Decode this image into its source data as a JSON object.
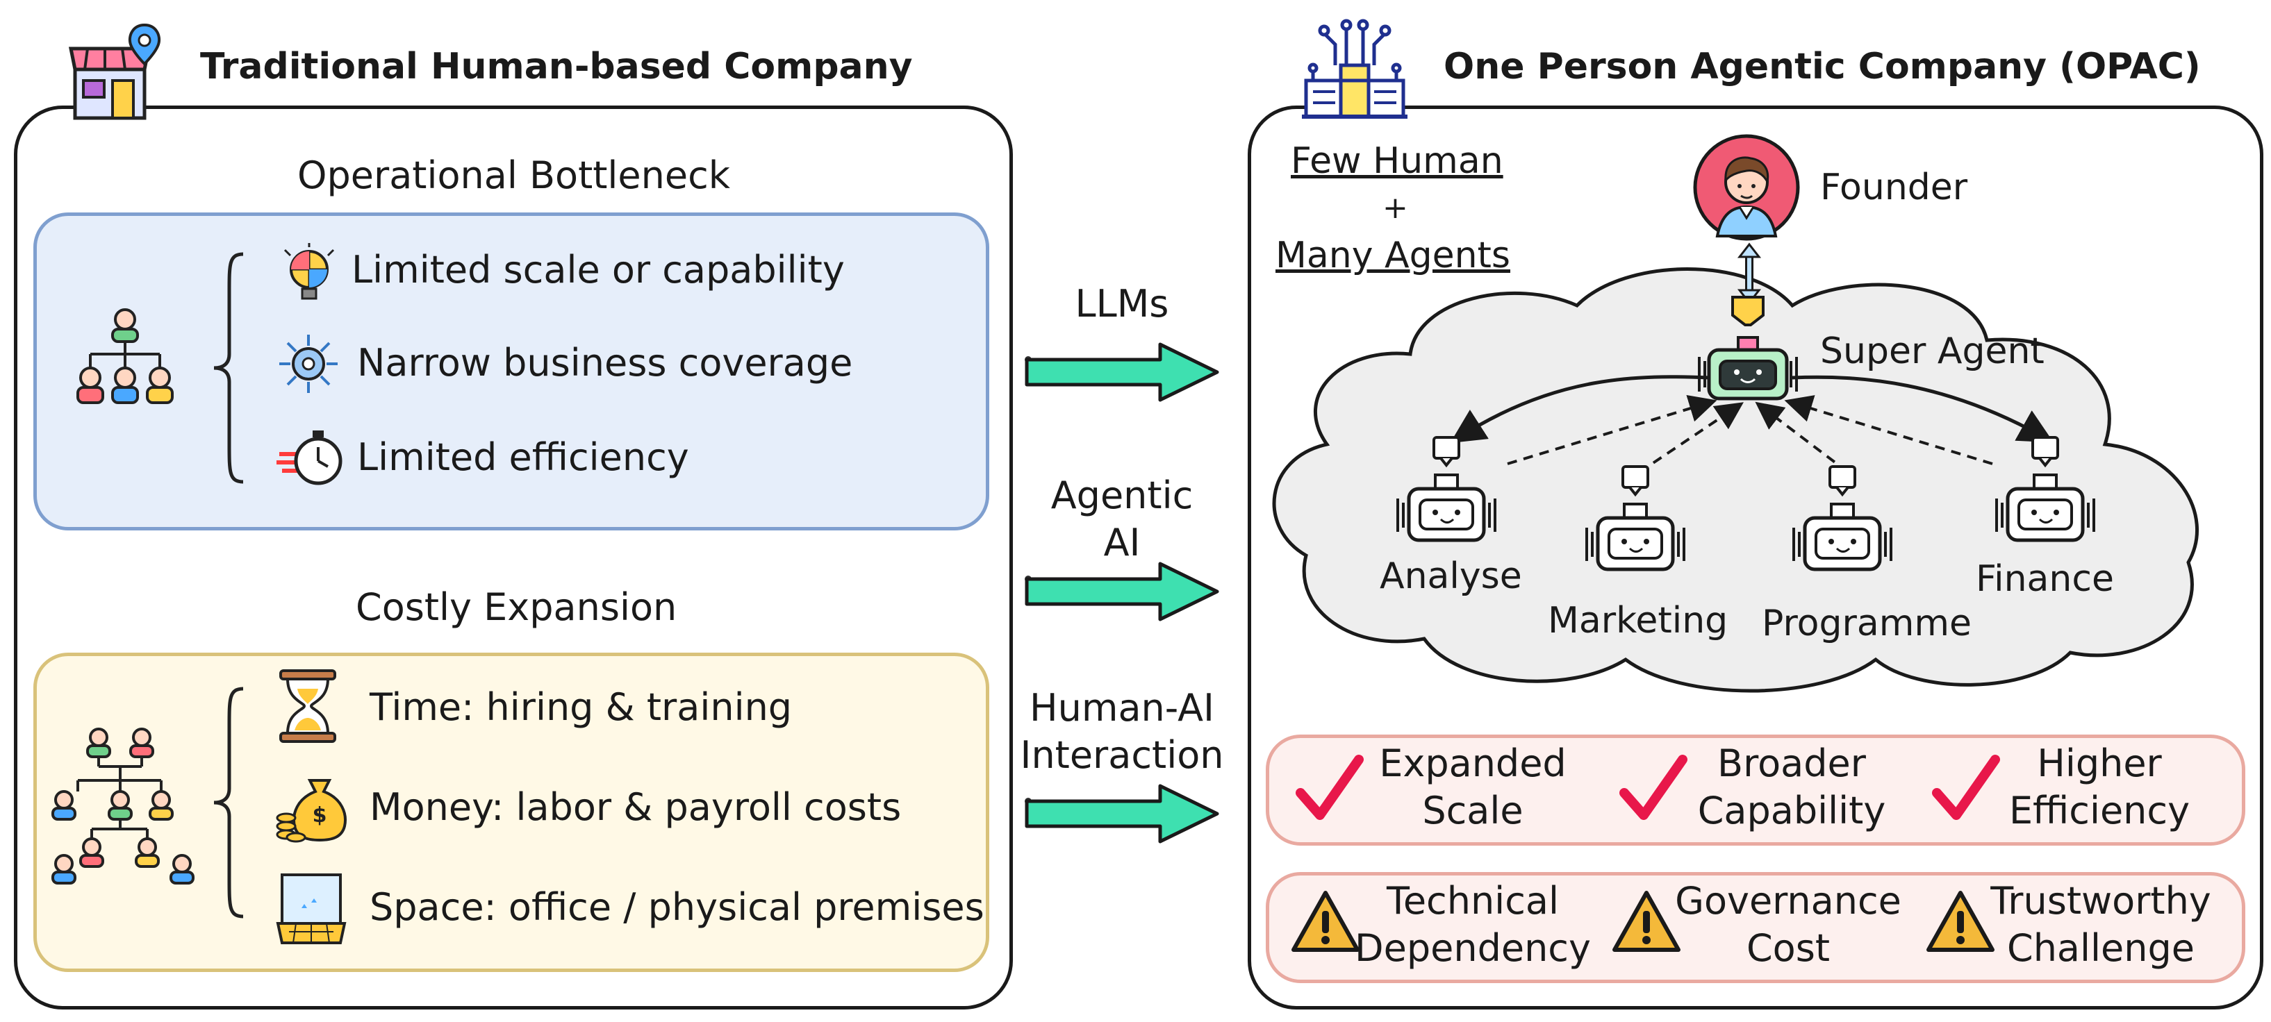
{
  "left": {
    "title": "Traditional Human-based Company",
    "bottleneck": {
      "heading": "Operational Bottleneck",
      "items": [
        "Limited scale or capability",
        "Narrow business coverage",
        "Limited efficiency"
      ]
    },
    "expansion": {
      "heading": "Costly Expansion",
      "items": [
        "Time: hiring & training",
        "Money: labor & payroll costs",
        "Space: office / physical premises"
      ]
    }
  },
  "middle": {
    "arrows": [
      {
        "label": "LLMs"
      },
      {
        "label": "Agentic\nAI"
      },
      {
        "label": "Human-AI\nInteraction"
      }
    ]
  },
  "right": {
    "title": "One Person Agentic Company (OPAC)",
    "few_human": "Few Human",
    "plus": "+",
    "many_agents": "Many Agents",
    "founder": "Founder",
    "super_agent": "Super Agent",
    "agents": [
      "Analyse",
      "Marketing",
      "Programme",
      "Finance"
    ],
    "benefits": [
      "Expanded\nScale",
      "Broader\nCapability",
      "Higher\nEfficiency"
    ],
    "challenges": [
      "Technical\nDependency",
      "Governance\nCost",
      "Trustworthy\nChallenge"
    ]
  },
  "colors": {
    "bottleneck_fill": "#e6eefa",
    "bottleneck_border": "#7f9fcf",
    "expansion_fill": "#fff9e6",
    "expansion_border": "#d9c27a",
    "arrow_fill": "#3ee0b0",
    "cloud_fill": "#eeeeee",
    "benefit_fill": "#fdf0ee",
    "benefit_border": "#e9a9a0",
    "check": "#e8174a",
    "warning": "#f4b93a"
  }
}
